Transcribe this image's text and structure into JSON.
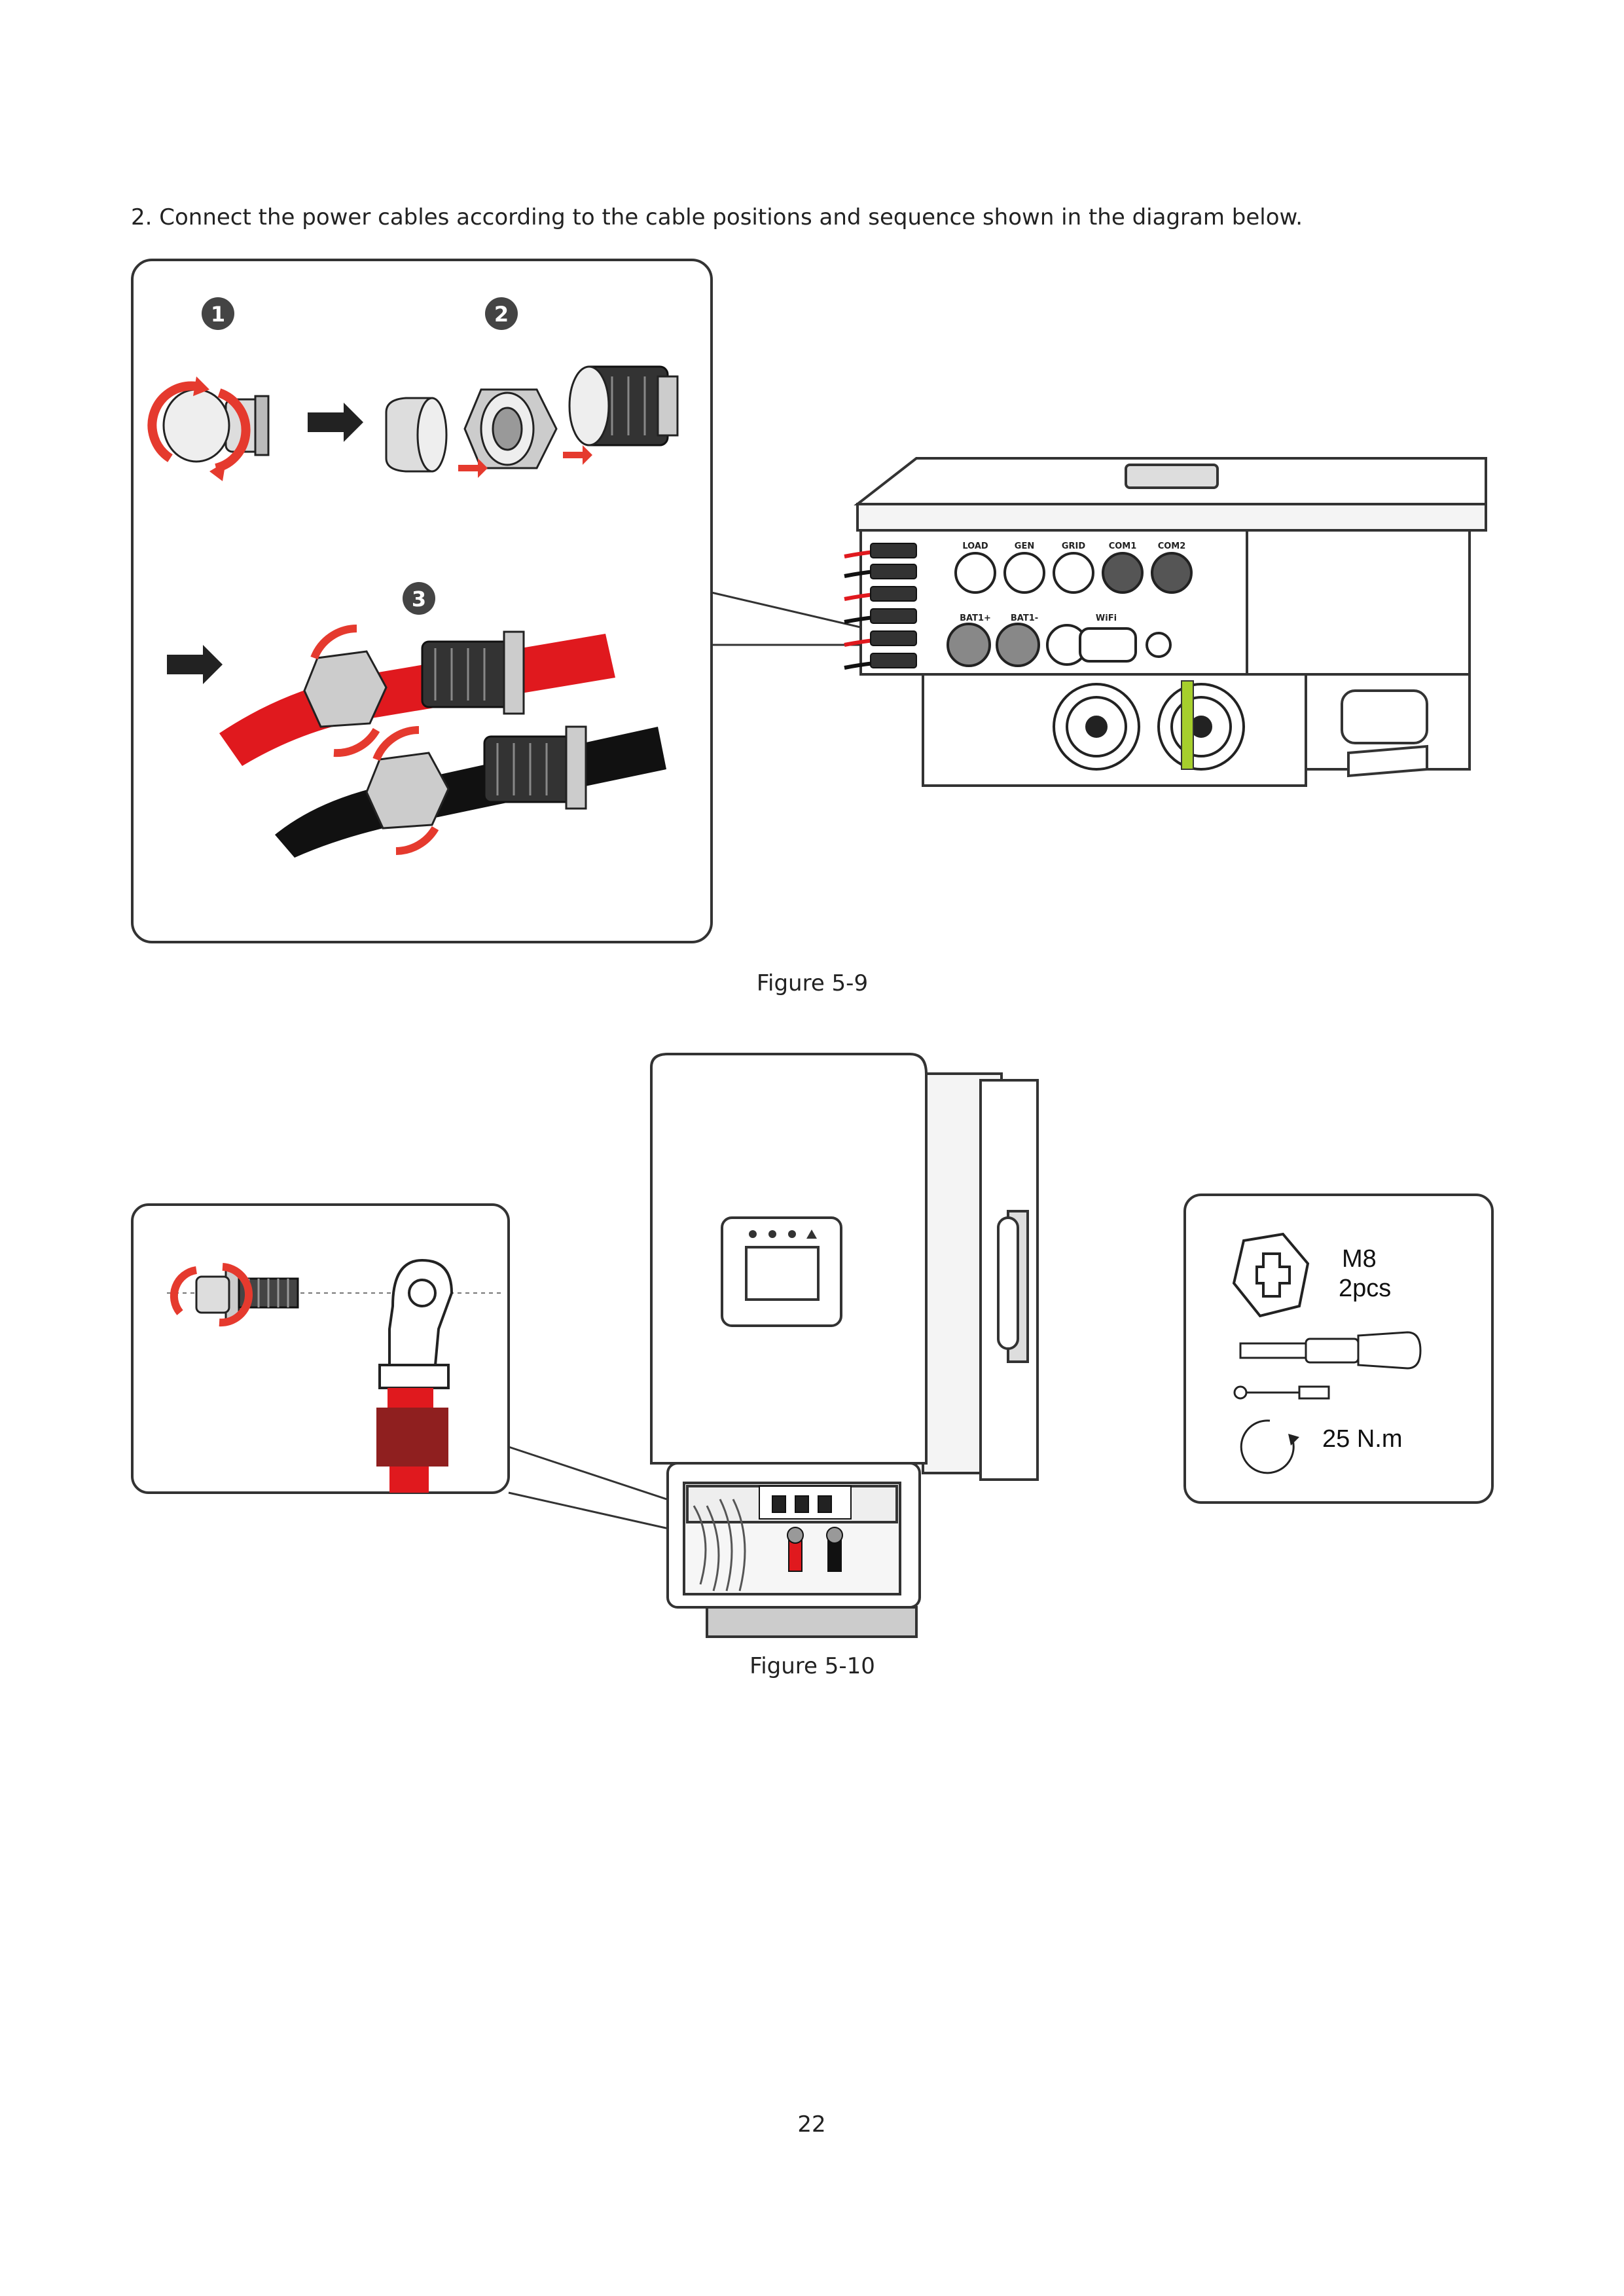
{
  "instruction": "2. Connect the power cables according to the cable positions and sequence shown in the diagram below.",
  "figure_5_9": {
    "caption": "Figure 5-9",
    "steps": [
      "1",
      "2",
      "3"
    ],
    "port_labels": [
      "LOAD",
      "GEN",
      "GRID",
      "COM1",
      "COM2",
      "BAT1+",
      "BAT1-",
      "WiFi"
    ]
  },
  "figure_5_10": {
    "caption": "Figure 5-10",
    "bolt_spec": {
      "size": "M8",
      "quantity": "2pcs"
    },
    "torque": "25 N.m"
  },
  "page_number": "22",
  "colors": {
    "cable_red": "#e0191e",
    "cable_black": "#111111",
    "sleeve_red": "#8f1f1f",
    "arrow_red": "#e53a2e",
    "ground_green": "#a6cf2c"
  }
}
